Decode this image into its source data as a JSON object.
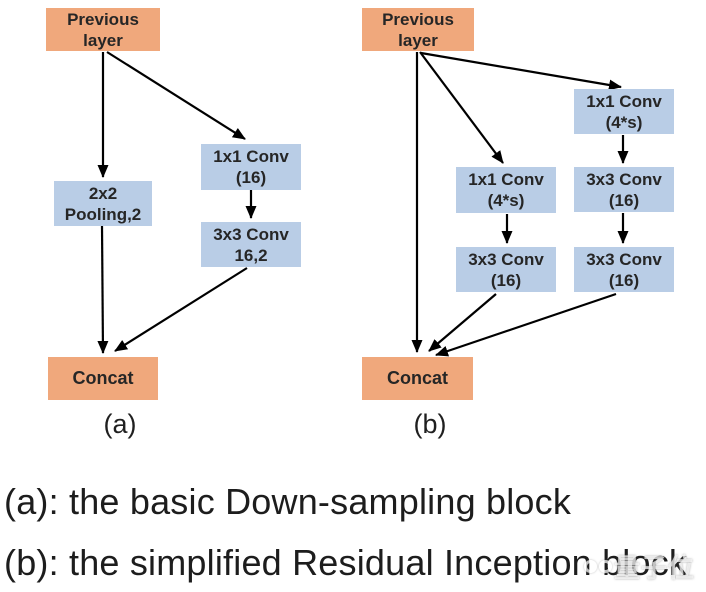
{
  "colors": {
    "orange_node": "#f0a87c",
    "blue_node": "#b9cde6",
    "arrow": "#000000"
  },
  "diagram_a": {
    "previous_layer": "Previous\nlayer",
    "pooling": "2x2\nPooling,2",
    "conv_1x1": "1x1 Conv\n(16)",
    "conv_3x3": "3x3 Conv\n16,2",
    "concat": "Concat",
    "label": "(a)"
  },
  "diagram_b": {
    "previous_layer": "Previous\nlayer",
    "mid_conv_1x1": "1x1 Conv\n(4*s)",
    "mid_conv_3x3": "3x3 Conv\n(16)",
    "right_conv_1x1": "1x1 Conv\n(4*s)",
    "right_conv_3x3_1": "3x3 Conv\n(16)",
    "right_conv_3x3_2": "3x3 Conv\n(16)",
    "concat": "Concat",
    "label": "(b)"
  },
  "captions": {
    "line_a": "(a): the basic Down-sampling block",
    "line_b": "(b): the simplified Residual Inception block"
  },
  "watermark": {
    "text": "量子位"
  }
}
